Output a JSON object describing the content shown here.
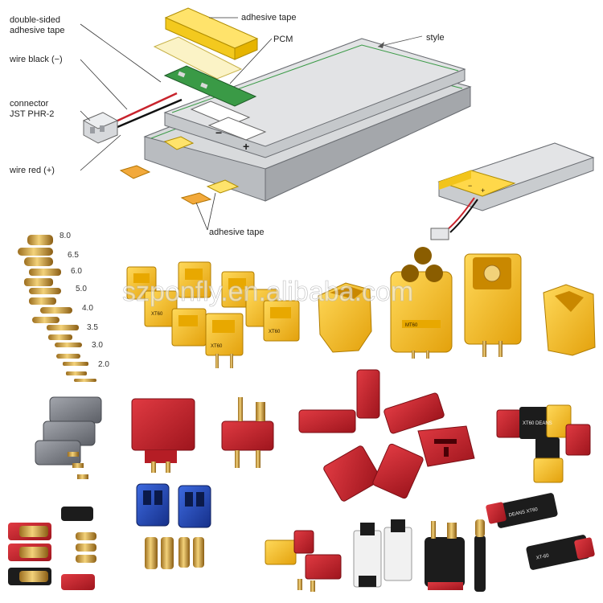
{
  "diagram": {
    "labels": {
      "double_sided_1": "double-sided",
      "double_sided_2": "adhesive tape",
      "adhesive_tape_top": "adhesive tape",
      "pcm": "PCM",
      "style": "style",
      "wire_black": "wire black (−)",
      "connector_1": "connector",
      "connector_2": "JST PHR-2",
      "wire_red": "wire red (+)",
      "adhesive_tape_bottom": "adhesive tape",
      "minus_sign": "−",
      "plus_sign": "+"
    }
  },
  "watermark": "szponfly.en.alibaba.com",
  "bullet_sizes": [
    "8.0",
    "6.5",
    "6.0",
    "5.0",
    "4.0",
    "3.5",
    "3.0",
    "2.0"
  ],
  "connector_marks": {
    "xt": "XT60",
    "mt": "MT60",
    "deans": "XT-60",
    "adapter_1": "XT60 DEANS",
    "adapter_2": "DEANS XT60"
  },
  "colors": {
    "yellow": "#f5c018",
    "yellow_light": "#f8d96a",
    "red": "#c8232c",
    "blue": "#2249b8",
    "black": "#1c1c1c",
    "gray": "#7f8289",
    "gold": "#d8a640",
    "green": "#2f8a3c",
    "tape": "#ffd84a"
  }
}
